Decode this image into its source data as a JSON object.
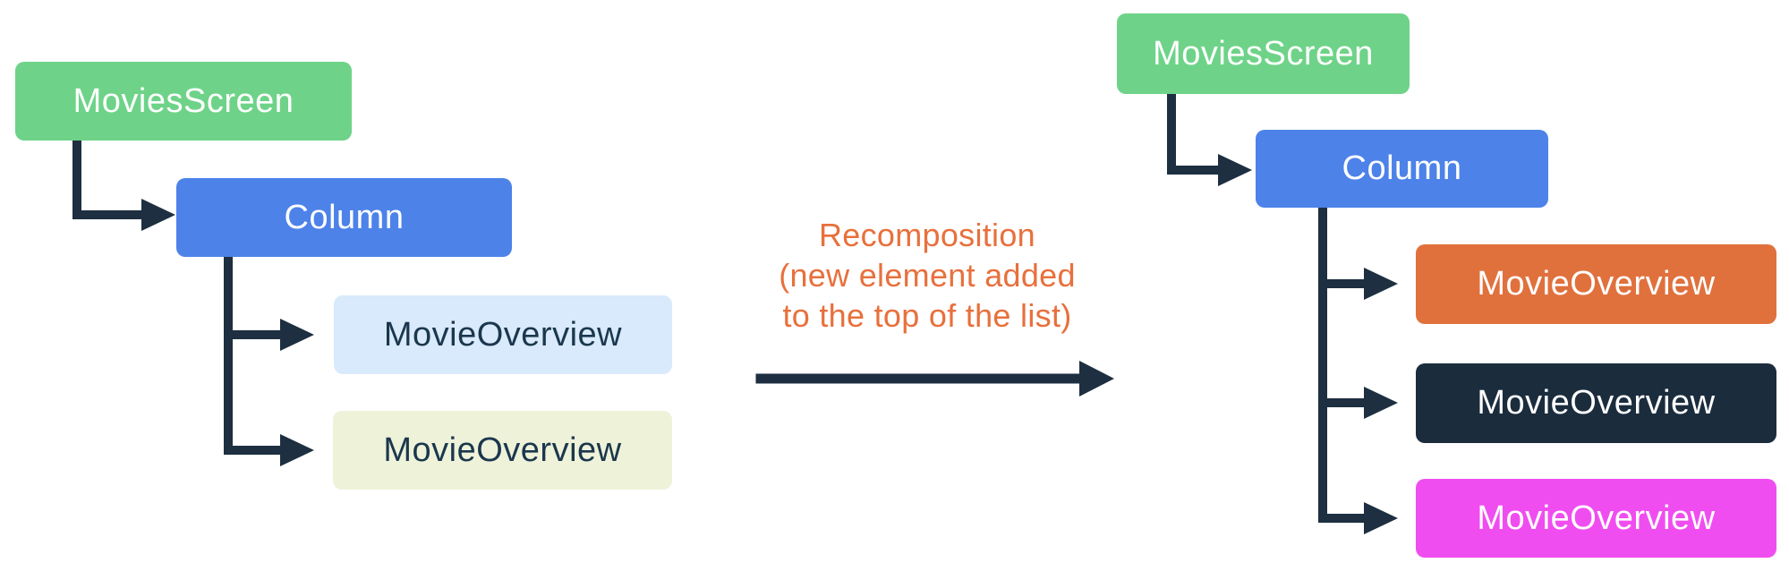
{
  "figure": {
    "title": "Recomposition tree diagram"
  },
  "annotation": {
    "lines": [
      "Recomposition",
      "(new element added",
      "to the top of the list)"
    ],
    "color": "#E8703C"
  },
  "colors": {
    "connector": "#1D2F40"
  },
  "trees": {
    "before": {
      "nodes": [
        {
          "label": "MoviesScreen",
          "bg": "#6ED388",
          "fg": "#FFFFFF"
        },
        {
          "label": "Column",
          "bg": "#4D82E9",
          "fg": "#FFFFFF"
        },
        {
          "label": "MovieOverview",
          "bg": "#D8EAFB",
          "fg": "#1B374D"
        },
        {
          "label": "MovieOverview",
          "bg": "#EEF2D9",
          "fg": "#1B374D"
        }
      ]
    },
    "after": {
      "nodes": [
        {
          "label": "MoviesScreen",
          "bg": "#6ED388",
          "fg": "#FFFFFF"
        },
        {
          "label": "Column",
          "bg": "#4D82E9",
          "fg": "#FFFFFF"
        },
        {
          "label": "MovieOverview",
          "bg": "#E0713D",
          "fg": "#FFFFFF"
        },
        {
          "label": "MovieOverview",
          "bg": "#1B2C3D",
          "fg": "#FFFFFF"
        },
        {
          "label": "MovieOverview",
          "bg": "#F04DF0",
          "fg": "#FFFFFF"
        }
      ]
    }
  }
}
